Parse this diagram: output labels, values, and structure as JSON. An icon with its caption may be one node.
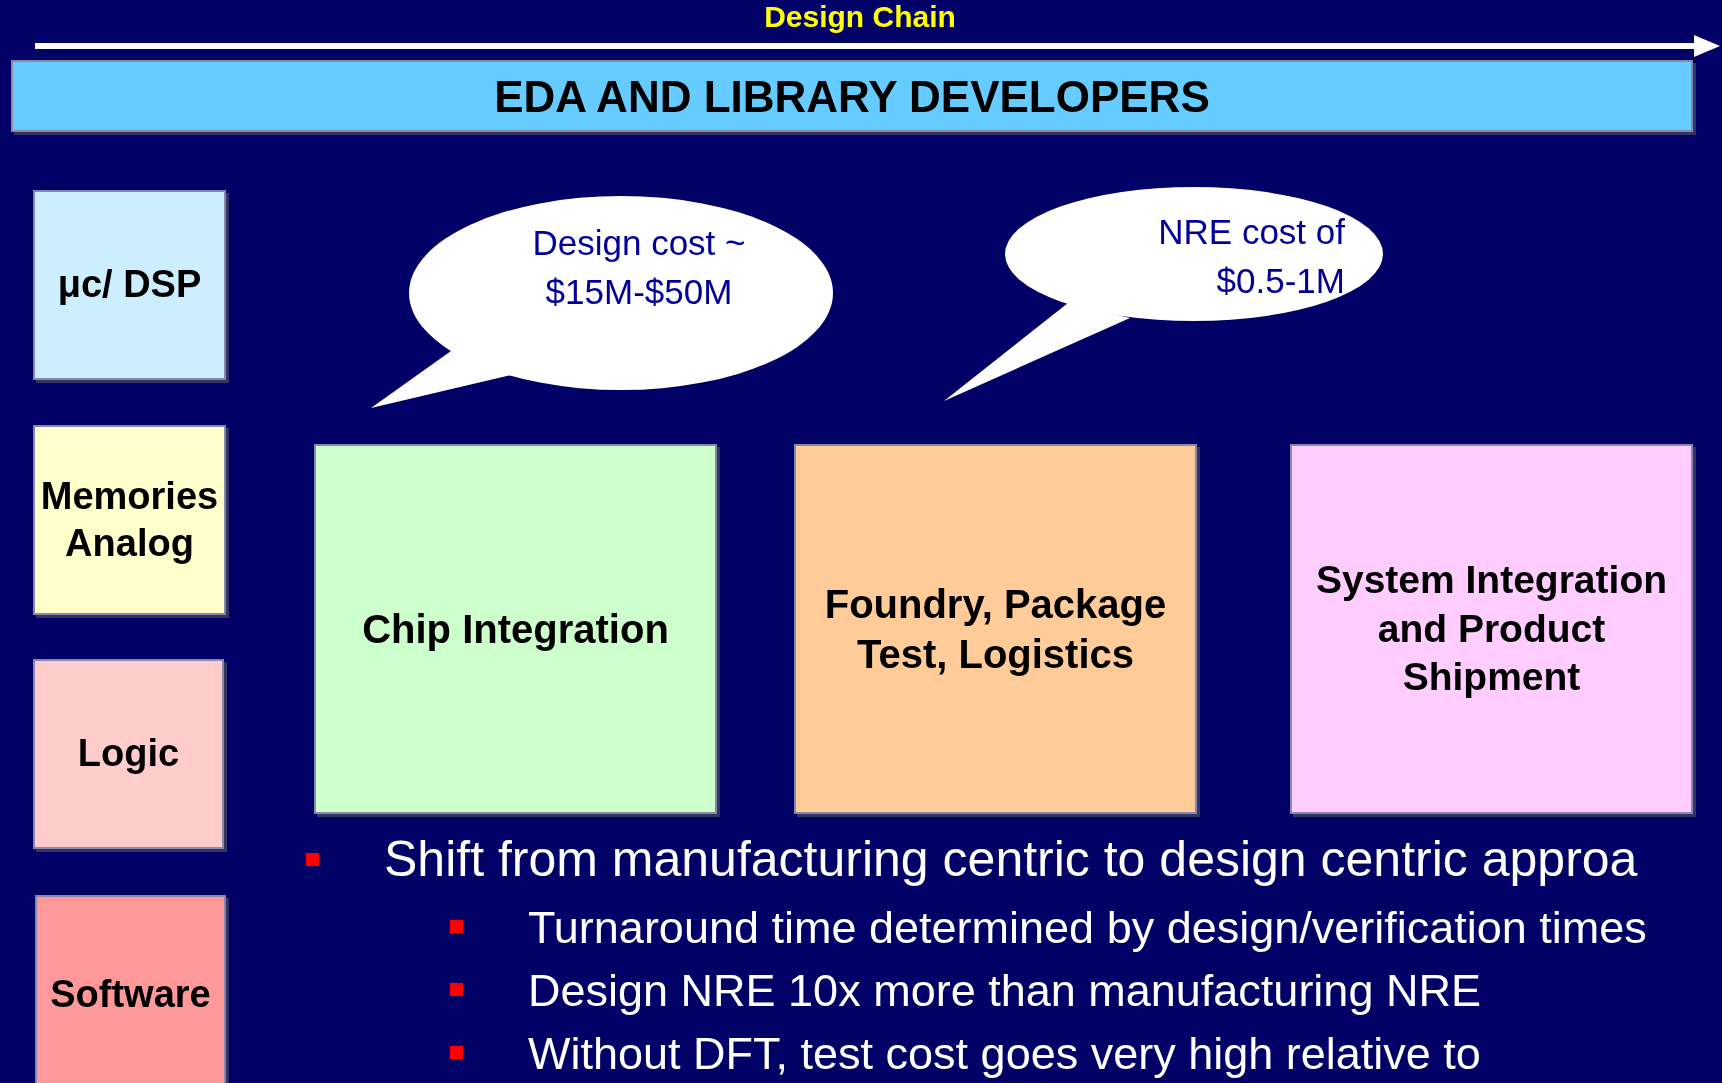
{
  "diagram": {
    "nodes": [
      {
        "text": [
          "EDA AND LIBRARY DEVELOPERS"
        ]
      },
      {
        "text": [
          "μc/ DSP"
        ]
      },
      {
        "text": [
          "Memories Analog"
        ]
      },
      {
        "text": [
          "Logic"
        ]
      },
      {
        "text": [
          "Software"
        ]
      },
      {
        "text": [
          "Chip Integration"
        ]
      },
      {
        "text": [
          "Foundry, Package Test, Logistics"
        ]
      },
      {
        "text": [
          "System Integration and Product Shipment"
        ]
      },
      {
        "text": [
          "Design cost ~ $15M-$50M"
        ]
      },
      {
        "text": [
          "NRE cost of $0.5-1M"
        ]
      }
    ],
    "edges": [],
    "labels": [
      "Design Chain",
      "Shift from manufacturing centric to design centric approa",
      "Turnaround time determined by design/verification times",
      "Design NRE 10x more than manufacturing NRE",
      "Without DFT, test cost goes very high relative to"
    ]
  }
}
